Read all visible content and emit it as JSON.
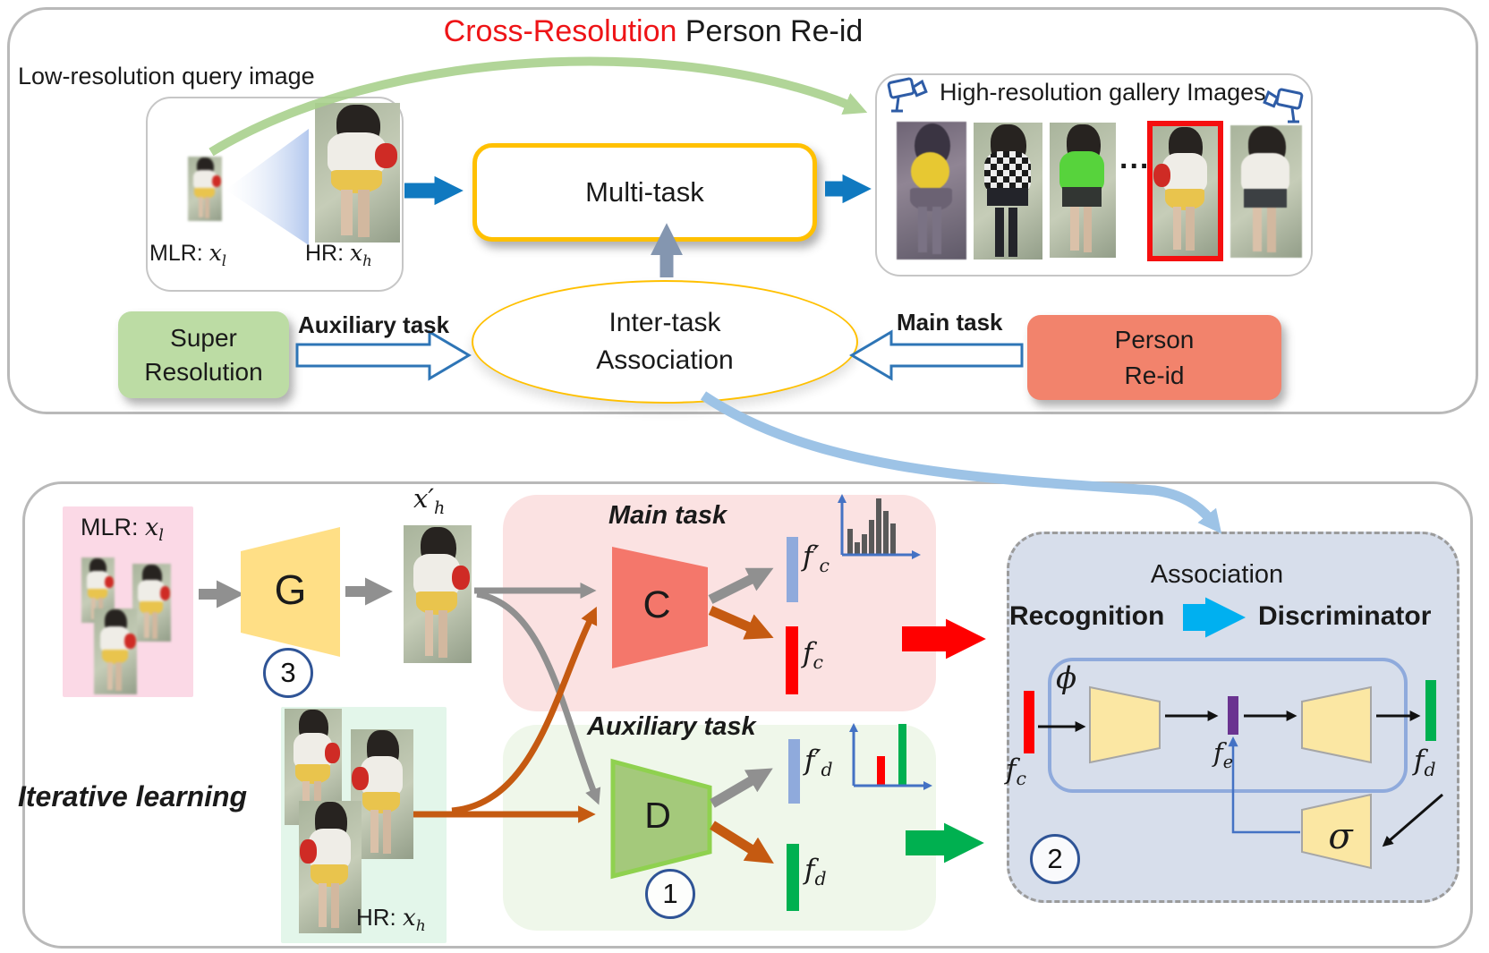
{
  "title": {
    "highlight": "Cross-Resolution",
    "rest": " Person Re-id",
    "highlight_color": "#ee1417"
  },
  "top": {
    "query_caption": "Low-resolution query image",
    "mlr_prefix": "MLR:",
    "mlr_math": "x_l",
    "hr_prefix": "HR:",
    "hr_math": "x_h",
    "multitask_label": "Multi-task",
    "gallery_caption": "High-resolution gallery Images",
    "ellipsis": "...",
    "super_line1": "Super",
    "super_line2": "Resolution",
    "auxiliary_arrow_label": "Auxiliary task",
    "intertask_line1": "Inter-task",
    "intertask_line2": "Association",
    "main_arrow_label": "Main task",
    "person_line1": "Person",
    "person_line2": "Re-id"
  },
  "bottom": {
    "mlr_prefix": "MLR:",
    "mlr_math": "x_l",
    "generator_letter": "G",
    "step_g": "3",
    "sr_output_math": "x′_h",
    "main_region_title": "Main task",
    "classifier_letter": "C",
    "fc_prime_math": "f′_c",
    "fc_math": "f_c",
    "aux_region_title": "Auxiliary task",
    "discriminator_letter": "D",
    "step_d": "1",
    "fd_prime_math": "f′_d",
    "fd_math": "f_d",
    "iterative_label": "Iterative learning",
    "hr_prefix": "HR:",
    "hr_math": "x_h"
  },
  "association": {
    "title": "Association",
    "recognition_label": "Recognition",
    "discriminator_label": "Discriminator",
    "phi_math": "ϕ",
    "sigma_math": "σ",
    "fc_math": "f_c",
    "fe_math": "f_e",
    "fd_math": "f_d",
    "step": "2"
  },
  "icons": {
    "camera": "video-camera-icon",
    "histogram": {
      "name": "class-distribution-histogram-icon",
      "axis_color": "#4472C4",
      "bar_color": "#595959",
      "bars": [
        28,
        13,
        22,
        38,
        62,
        48,
        34
      ]
    },
    "score_chart": {
      "name": "real-fake-score-chart-icon",
      "axis_color": "#4472C4",
      "bars": [
        {
          "x": 34,
          "h": 32,
          "color": "#FF0000"
        },
        {
          "x": 58,
          "h": 68,
          "color": "#00B050"
        }
      ]
    }
  },
  "colors": {
    "accent_orange": "#FFC000",
    "blue": "#1079C0",
    "hollow_arrow_blue": "#2E75B6",
    "slate": "#8496B0",
    "light_green_curve": "#A9D18D",
    "sky_curve": "#9DC3E6",
    "super_box_green": "#BCDCA4",
    "person_box_salmon": "#F2836C",
    "mlr_pink": "#FBD9E6",
    "main_region_pink": "#FBE2E2",
    "aux_region_green": "#EFF7EA",
    "hr_mint": "#E3F6EA",
    "assoc_blue": "#D7DEEB",
    "assoc_inner_border": "#8FAADC",
    "trap_yellow": "#FFDF86",
    "assoc_trap_yellow": "#FBE7A3",
    "c_salmon": "#F4776B",
    "d_green_fill": "#A4C97B",
    "d_green_border": "#8FD14F",
    "feat_bar_blue": "#8FAADC",
    "feat_red": "#FF0000",
    "feat_green": "#00B050",
    "feat_purple": "#6A3390",
    "orange_arrow": "#C55A11",
    "gray_arrow": "#909090",
    "cyan_arrow": "#00B0F0",
    "connector_blue": "#4472C4"
  }
}
